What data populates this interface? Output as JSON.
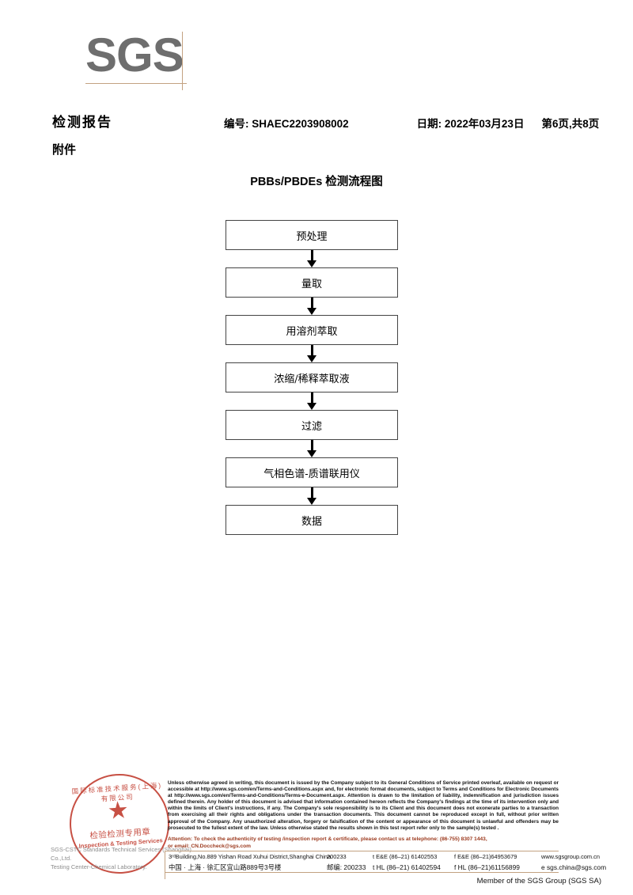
{
  "logo": {
    "text": "SGS",
    "rule_color": "#c3a281",
    "text_color": "#6e6e6e"
  },
  "header": {
    "report_title": "检测报告",
    "attachment_label": "附件",
    "report_no_label": "编号:",
    "report_no": "SHAEC2203908002",
    "date_label": "日期:",
    "date": "2022年03月23日",
    "page_info": "第6页,共8页"
  },
  "flowchart": {
    "title": "PBBs/PBDEs 检测流程图",
    "steps": [
      {
        "label": "预处理"
      },
      {
        "label": "量取"
      },
      {
        "label": "用溶剂萃取"
      },
      {
        "label": "浓缩/稀释萃取液"
      },
      {
        "label": "过滤"
      },
      {
        "label": "气相色谱-质谱联用仪"
      },
      {
        "label": "数据"
      }
    ]
  },
  "seal": {
    "arc_text": "国际标准技术服务(上海)有限公司",
    "chinese_text": "检验检测专用章",
    "english_text": "Inspection & Testing Services",
    "star": "★",
    "color": "#c0392b"
  },
  "lab": {
    "line1": "SGS-CSTC Standards Technical Services (Shanghai) Co.,Ltd.",
    "line2": "Testing Center-Chemical Laboratory."
  },
  "footer": {
    "legal_paragraph": "Unless otherwise agreed in writing, this document is issued by the Company subject to its General Conditions of Service printed overleaf, available on request or accessible at http://www.sgs.com/en/Terms-and-Conditions.aspx and, for electronic format documents, subject to Terms and Conditions for Electronic Documents at http://www.sgs.com/en/Terms-and-Conditions/Terms-e-Document.aspx. Attention is drawn to the limitation of liability, indemnification and jurisdiction issues defined therein. Any holder of this document is advised that information contained hereon reflects the Company's findings at the time of its intervention only and within the limits of Client's instructions, if any. The Company's sole responsibility is to its Client and this document does not exonerate parties to a transaction from exercising all their rights and obligations under the transaction documents. This document cannot be reproduced except in full, without prior written approval of the Company. Any unauthorized alteration, forgery or falsification of the content or appearance of this document is unlawful and offenders may be prosecuted to the fullest extent of the law. Unless otherwise stated the results shown in this test report refer only to the sample(s) tested .",
    "attention_line1": "Attention: To check the authenticity of testing /inspection report & certificate, please contact us at telephone: (86-755) 8307 1443,",
    "attention_line2": "or email: CN.Doccheck@sgs.com",
    "attention_color": "#9c3a1e",
    "member_line": "Member of the SGS Group (SGS SA)"
  },
  "address": {
    "en_address": "3ʳᵈBuilding,No.889 Yishan Road Xuhui District,Shanghai China",
    "en_postcode": "200233",
    "en_phone1": "t E&E (86–21) 61402553",
    "en_phone2": "f E&E (86–21)64953679",
    "en_web": "www.sgsgroup.com.cn",
    "cn_address": "中国 · 上海 · 徐汇区宜山路889号3号楼",
    "cn_postcode_label": "邮编:",
    "cn_postcode": "200233",
    "cn_phone1": "t HL (86–21) 61402594",
    "cn_phone2": "f HL (86–21)61156899",
    "cn_email": "e sgs.china@sgs.com",
    "rule_color": "#c3a281"
  }
}
